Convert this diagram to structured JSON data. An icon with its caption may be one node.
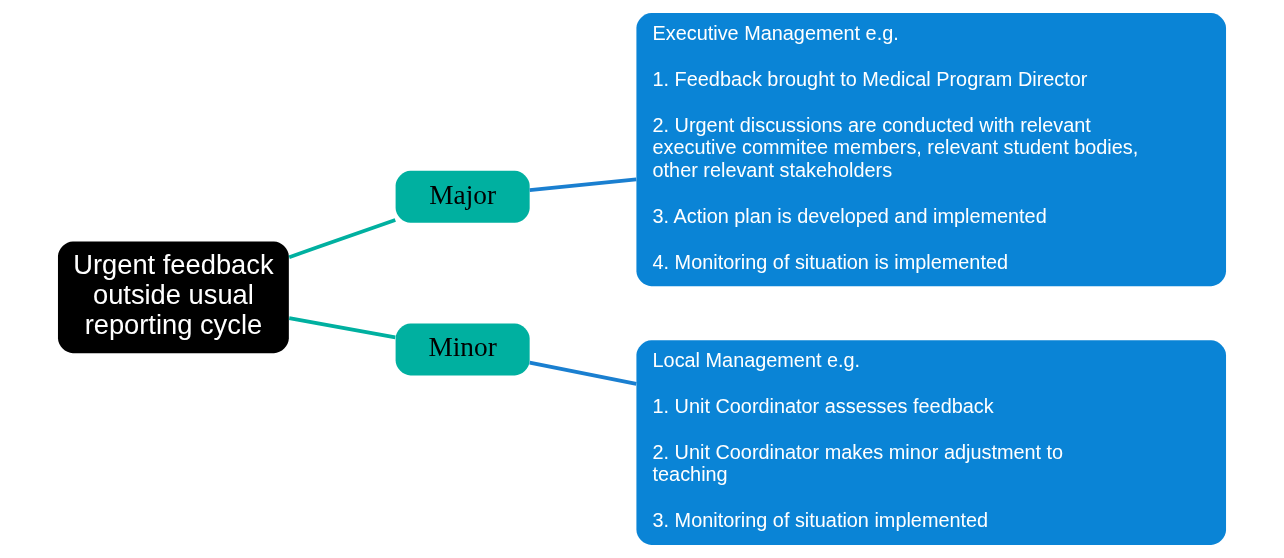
{
  "diagram": {
    "nodes": [
      {
        "text": [
          "Urgent feedback outside usual reporting cycle"
        ]
      },
      {
        "text": [
          "Major"
        ]
      },
      {
        "text": [
          "Minor"
        ]
      },
      {
        "text": [
          "Executive Management e.g.",
          "1. Feedback brought to Medical Program Director",
          "2. Urgent discussions are conducted with relevant executive commitee members, relevant student bodies, other relevant stakeholders",
          "3. Action plan is developed and implemented",
          "4. Monitoring of situation is implemented"
        ]
      },
      {
        "text": [
          "Local Management e.g.",
          "1. Unit Coordinator assesses feedback",
          "2. Unit Coordinator makes minor adjustment to teaching",
          "3. Monitoring of situation implemented"
        ]
      }
    ],
    "edges": [
      {
        "from": 0,
        "to": 1,
        "arrow": "none",
        "color": "#00b0a0"
      },
      {
        "from": 0,
        "to": 2,
        "arrow": "none",
        "color": "#00b0a0"
      },
      {
        "from": 1,
        "to": 3,
        "arrow": "none",
        "color": "#1a7fd0"
      },
      {
        "from": 2,
        "to": 4,
        "arrow": "none",
        "color": "#1a7fd0"
      }
    ]
  }
}
